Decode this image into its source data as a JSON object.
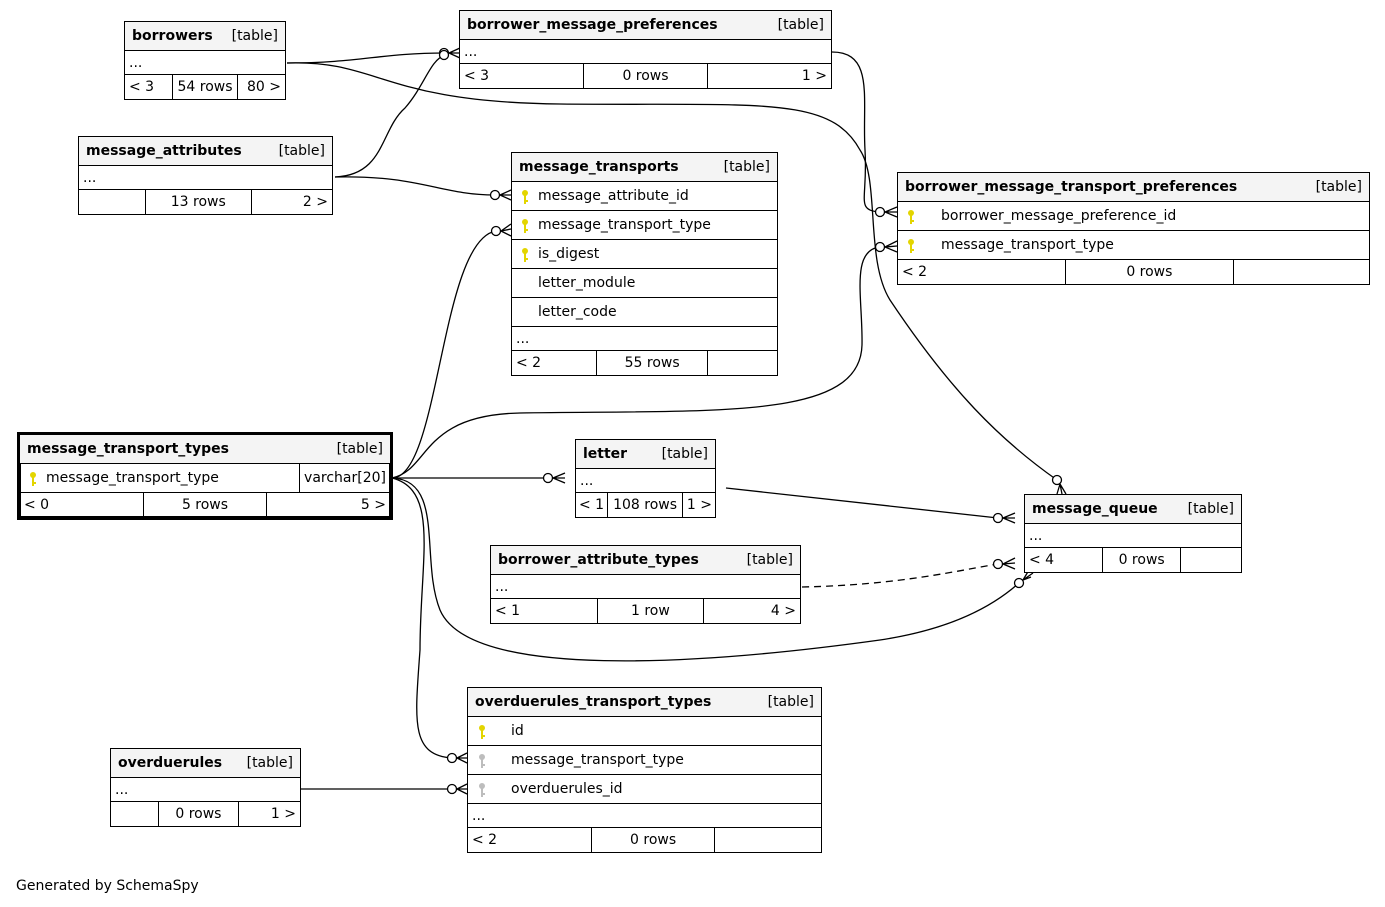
{
  "tables": {
    "borrowers": {
      "name": "borrowers",
      "kind": "[table]",
      "ellipsis": "...",
      "foot": [
        "< 3",
        "54 rows",
        "80 >"
      ]
    },
    "borrower_message_preferences": {
      "name": "borrower_message_preferences",
      "kind": "[table]",
      "ellipsis": "...",
      "foot": [
        "< 3",
        "0 rows",
        "1 >"
      ]
    },
    "message_attributes": {
      "name": "message_attributes",
      "kind": "[table]",
      "ellipsis": "...",
      "foot": [
        "",
        "13 rows",
        "2 >"
      ]
    },
    "message_transports": {
      "name": "message_transports",
      "kind": "[table]",
      "columns": [
        "message_attribute_id",
        "message_transport_type",
        "is_digest",
        "letter_module",
        "letter_code"
      ],
      "ellipsis": "...",
      "foot": [
        "< 2",
        "55 rows",
        ""
      ]
    },
    "borrower_message_transport_preferences": {
      "name": "borrower_message_transport_preferences",
      "kind": "[table]",
      "columns": [
        "borrower_message_preference_id",
        "message_transport_type"
      ],
      "foot": [
        "< 2",
        "0 rows",
        ""
      ]
    },
    "message_transport_types": {
      "name": "message_transport_types",
      "kind": "[table]",
      "column": "message_transport_type",
      "column_type": "varchar[20]",
      "foot": [
        "< 0",
        "5 rows",
        "5 >"
      ]
    },
    "letter": {
      "name": "letter",
      "kind": "[table]",
      "ellipsis": "...",
      "foot": [
        "< 1",
        "108 rows",
        "1 >"
      ]
    },
    "message_queue": {
      "name": "message_queue",
      "kind": "[table]",
      "ellipsis": "...",
      "foot": [
        "< 4",
        "0 rows",
        ""
      ]
    },
    "borrower_attribute_types": {
      "name": "borrower_attribute_types",
      "kind": "[table]",
      "ellipsis": "...",
      "foot": [
        "< 1",
        "1 row",
        "4 >"
      ]
    },
    "overduerules_transport_types": {
      "name": "overduerules_transport_types",
      "kind": "[table]",
      "columns": [
        "id",
        "message_transport_type",
        "overduerules_id"
      ],
      "ellipsis": "...",
      "foot": [
        "< 2",
        "0 rows",
        ""
      ]
    },
    "overduerules": {
      "name": "overduerules",
      "kind": "[table]",
      "ellipsis": "...",
      "foot": [
        "",
        "0 rows",
        "1 >"
      ]
    }
  },
  "footer": "Generated by SchemaSpy",
  "colors": {
    "primary_key": "#e3d500",
    "foreign_key": "#bdbdbd",
    "line": "#000000"
  }
}
